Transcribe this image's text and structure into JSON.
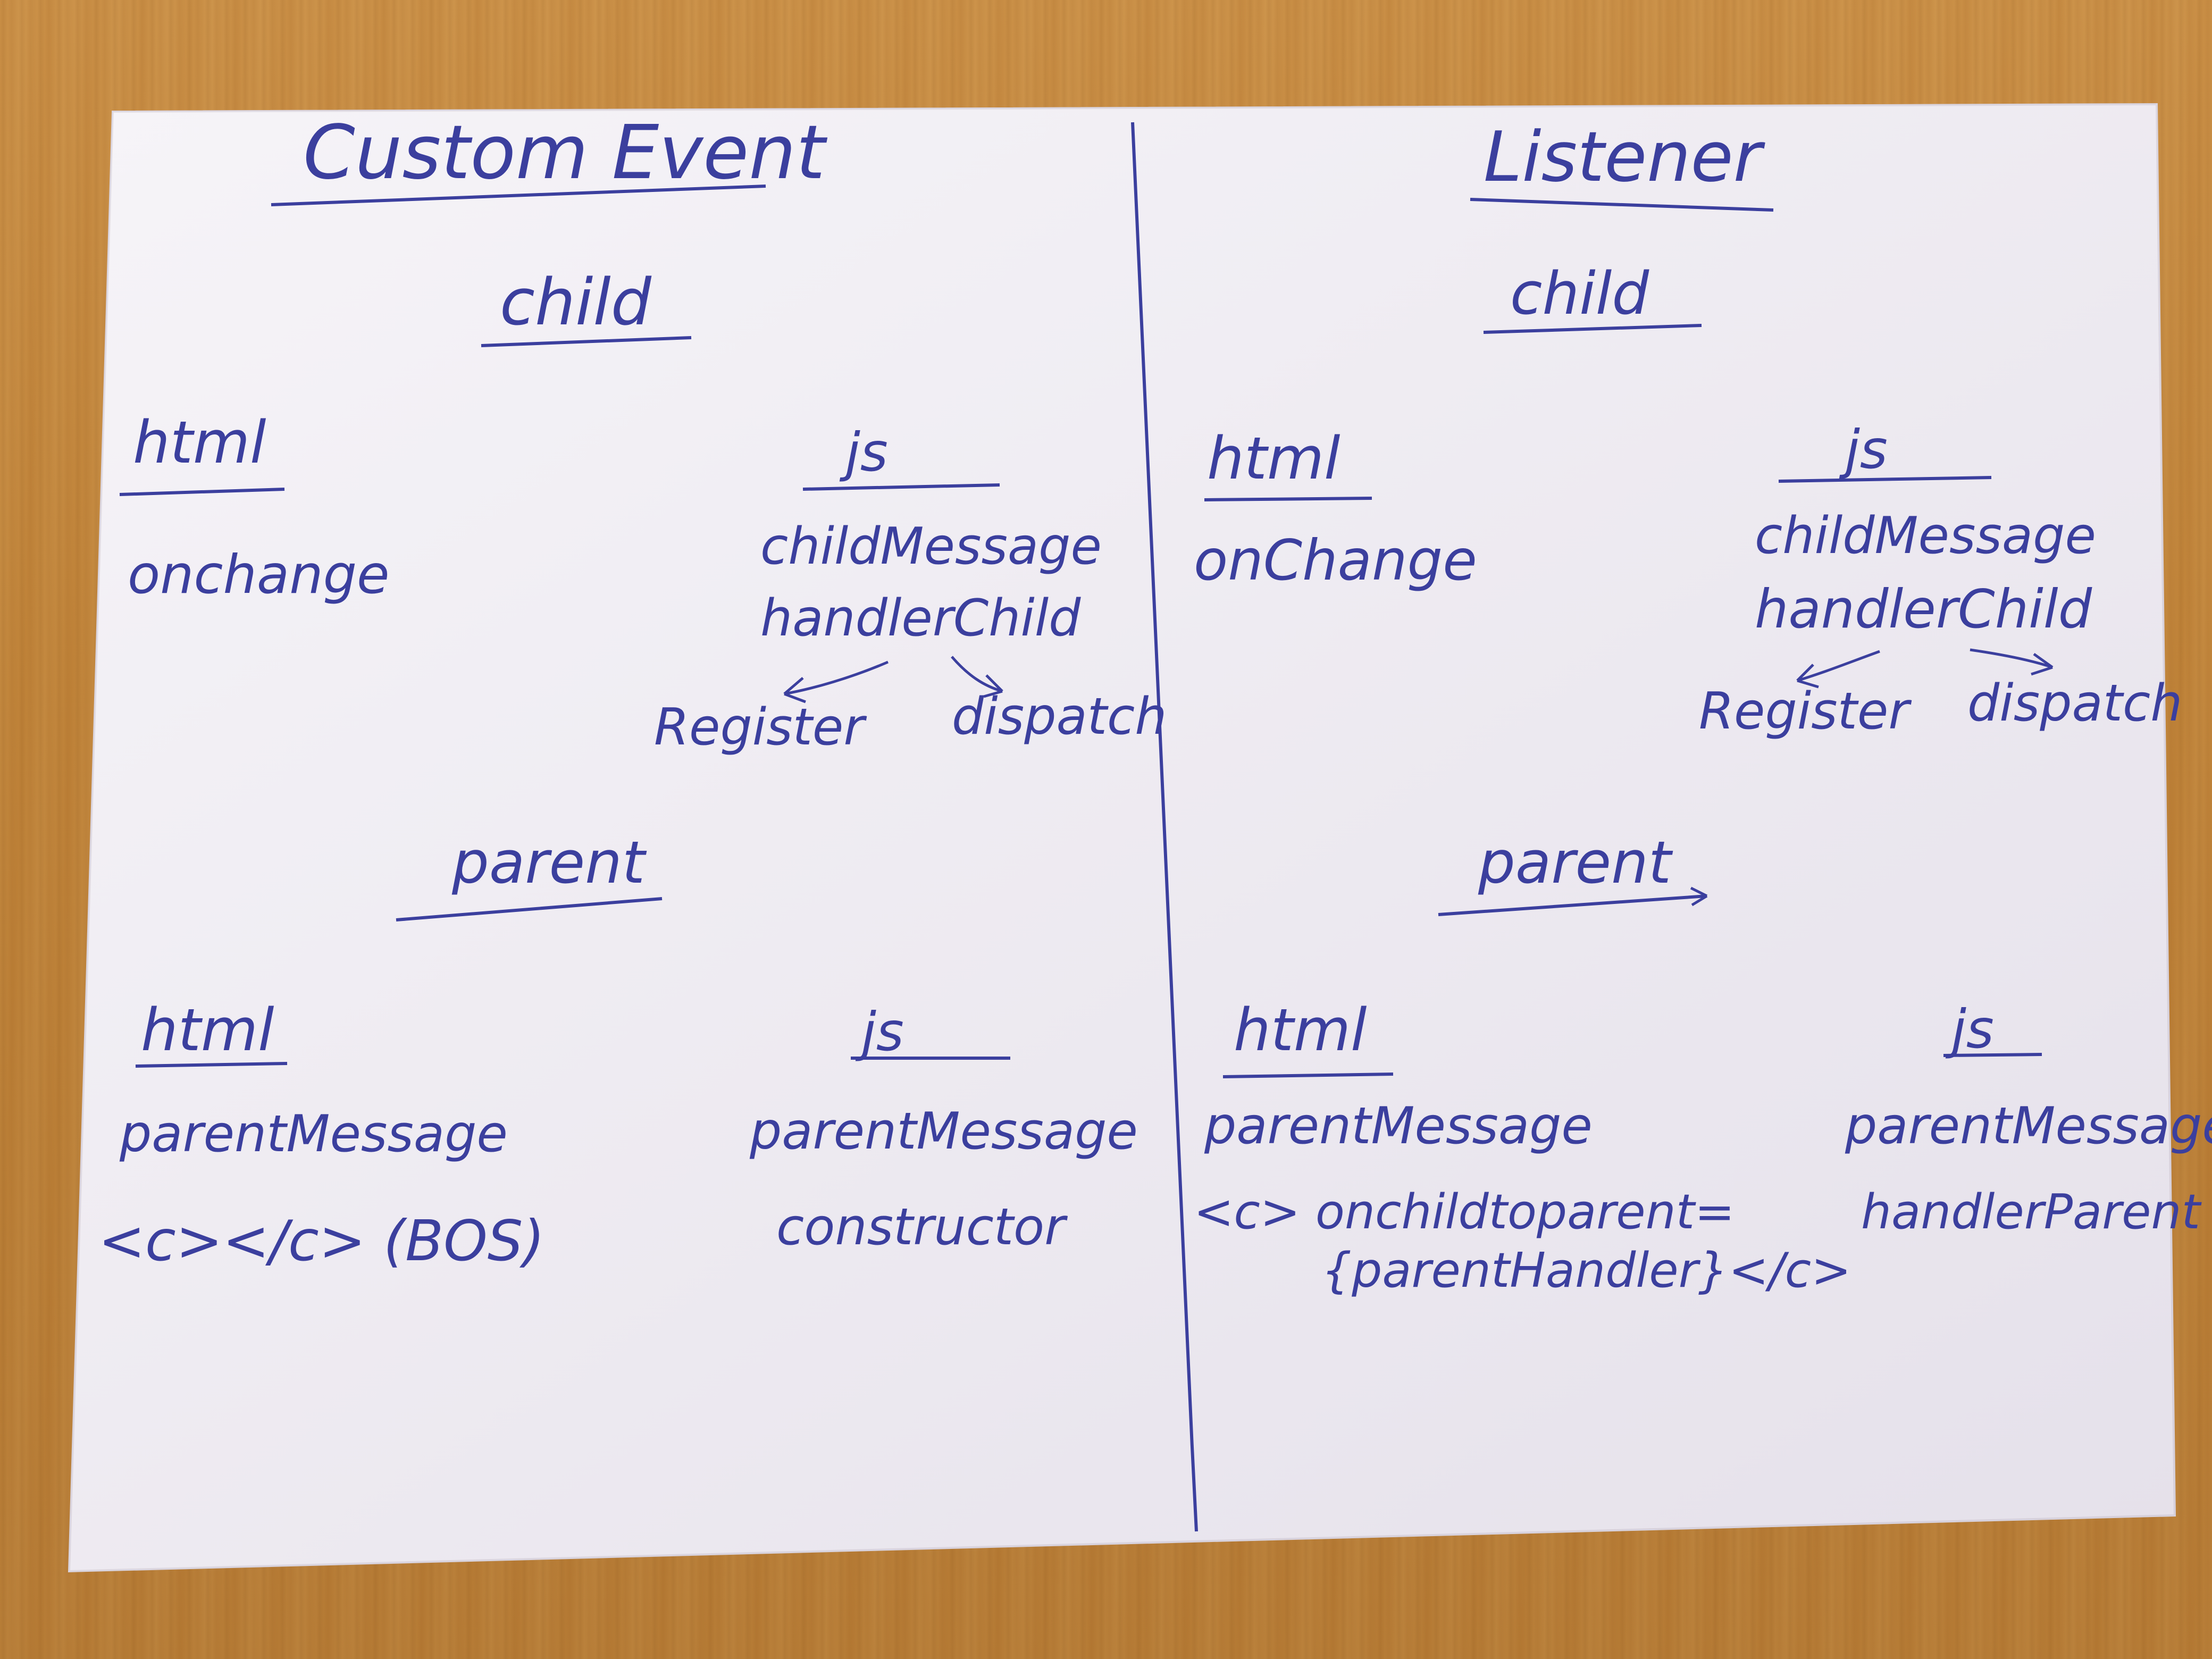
{
  "left": {
    "title": "Custom Event",
    "child": {
      "heading": "child",
      "html": {
        "heading": "html",
        "items": [
          "onchange"
        ]
      },
      "js": {
        "heading": "js",
        "items": [
          "childMessage",
          "handlerChild"
        ],
        "branches": [
          "Register",
          "dispatch"
        ]
      }
    },
    "parent": {
      "heading": "parent",
      "html": {
        "heading": "html",
        "items": [
          "parentMessage",
          "<c></c>  (BOS)"
        ]
      },
      "js": {
        "heading": "js",
        "items": [
          "parentMessage",
          "constructor"
        ]
      }
    }
  },
  "right": {
    "title": "Listener",
    "child": {
      "heading": "child",
      "html": {
        "heading": "html",
        "items": [
          "onChange"
        ]
      },
      "js": {
        "heading": "js",
        "items": [
          "childMessage",
          "handlerChild"
        ],
        "branches": [
          "Register",
          "dispatch"
        ]
      }
    },
    "parent": {
      "heading": "parent",
      "html": {
        "heading": "html",
        "items": [
          "parentMessage",
          "<c> onchildtoparent=",
          "{parentHandler}</c>"
        ]
      },
      "js": {
        "heading": "js",
        "items": [
          "parentMessage",
          "handlerParent"
        ]
      }
    }
  },
  "colors": {
    "ink": "#3b3f9e",
    "paper": "#f1eef4",
    "table": "#bf8238"
  }
}
